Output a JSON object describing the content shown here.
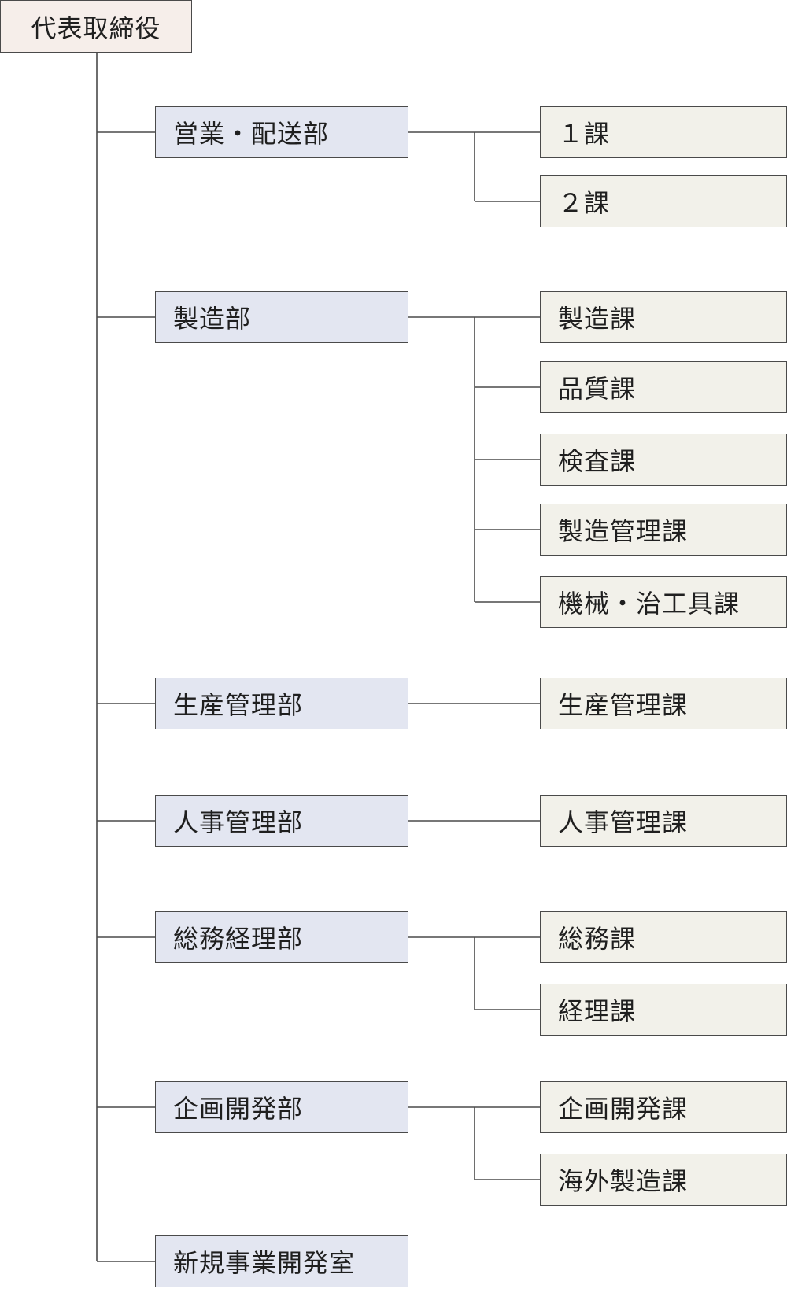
{
  "root": {
    "label": "代表取締役"
  },
  "departments": [
    {
      "label": "営業・配送部",
      "sections": [
        "１課",
        "２課"
      ]
    },
    {
      "label": "製造部",
      "sections": [
        "製造課",
        "品質課",
        "検査課",
        "製造管理課",
        "機械・治工具課"
      ]
    },
    {
      "label": "生産管理部",
      "sections": [
        "生産管理課"
      ]
    },
    {
      "label": "人事管理部",
      "sections": [
        "人事管理課"
      ]
    },
    {
      "label": "総務経理部",
      "sections": [
        "総務課",
        "経理課"
      ]
    },
    {
      "label": "企画開発部",
      "sections": [
        "企画開発課",
        "海外製造課"
      ]
    },
    {
      "label": "新規事業開発室",
      "sections": []
    }
  ],
  "colors": {
    "root_fill": "#f6eeea",
    "department_fill": "#e3e6f1",
    "section_fill": "#f2f1ea",
    "border": "#4a4a4a",
    "connector": "#4a4a4a"
  }
}
